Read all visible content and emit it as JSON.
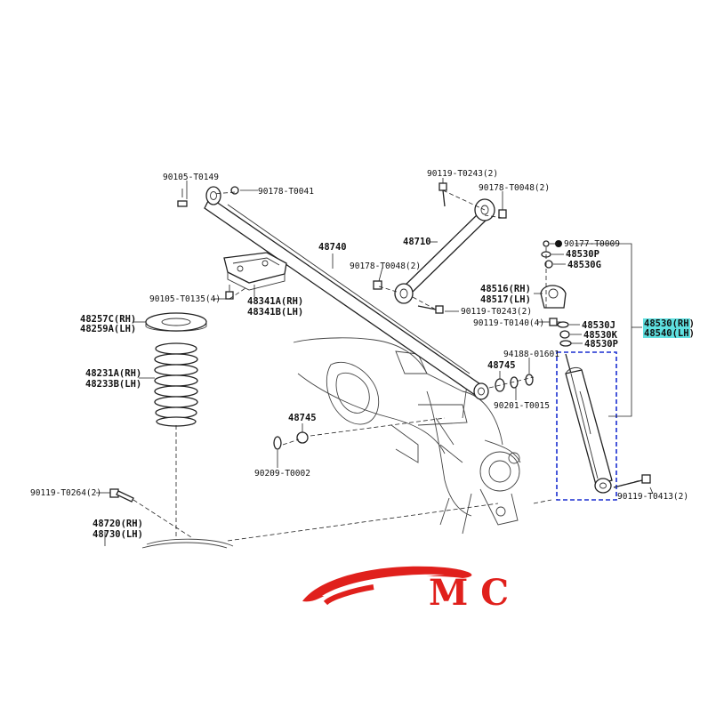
{
  "diagram": {
    "parts": {
      "p90105_T0149": "90105-T0149",
      "p90178_T0041": "90178-T0041",
      "p90119_T0243_top": "90119-T0243(2)",
      "p90178_T0048_top": "90178-T0048(2)",
      "p48740": "48740",
      "p48710": "48710",
      "p90178_T0048_mid": "90178-T0048(2)",
      "p90105_T0135": "90105-T0135(4)",
      "p48341A": "48341A(RH)",
      "p48341B": "48341B(LH)",
      "p48257C": "48257C(RH)",
      "p48259A": "48259A(LH)",
      "p48231A": "48231A(RH)",
      "p48233B": "48233B(LH)",
      "p48516": "48516(RH)",
      "p48517": "48517(LH)",
      "p90119_T0243_mid": "90119-T0243(2)",
      "p90119_T0140": "90119-T0140(4)",
      "p90177_T0009": "90177-T0009",
      "p48530P_a": "48530P",
      "p48530G": "48530G",
      "p48530J": "48530J",
      "p48530K": "48530K",
      "p48530P_b": "48530P",
      "p48530": "48530(RH)",
      "p48540": "48540(LH)",
      "p94188_01601": "94188-01601",
      "p48745_a": "48745",
      "p90201_T0015": "90201-T0015",
      "p48745_b": "48745",
      "p90209_T0002": "90209-T0002",
      "p90119_T0264": "90119-T0264(2)",
      "p48720": "48720(RH)",
      "p48730": "48730(LH)",
      "p90119_T0413": "90119-T0413(2)"
    },
    "highlight_color": "#5fe0e0",
    "selection_color": "#1a2fd0"
  },
  "logo": {
    "text": "MC",
    "color": "#e0201c"
  }
}
